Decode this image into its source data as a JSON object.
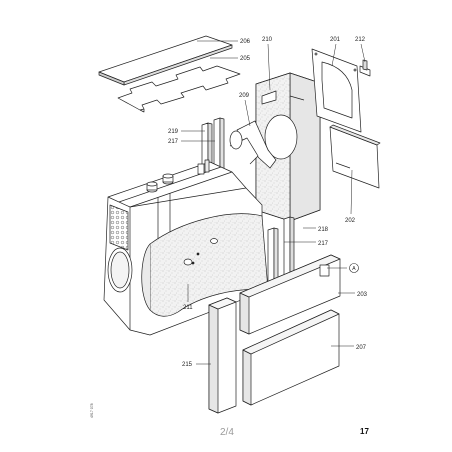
{
  "labels": {
    "p206": "206",
    "p205": "205",
    "p210": "210",
    "p201": "201",
    "p212": "212",
    "p209": "209",
    "p219": "219",
    "p217a": "217",
    "p202": "202",
    "p218": "218",
    "p217b": "217",
    "pA": "A",
    "p203": "203",
    "p211": "211",
    "p207": "207",
    "p215": "215"
  },
  "footer": {
    "page_number": "2/4",
    "page_ref": "17",
    "side_code": "4917 078"
  }
}
